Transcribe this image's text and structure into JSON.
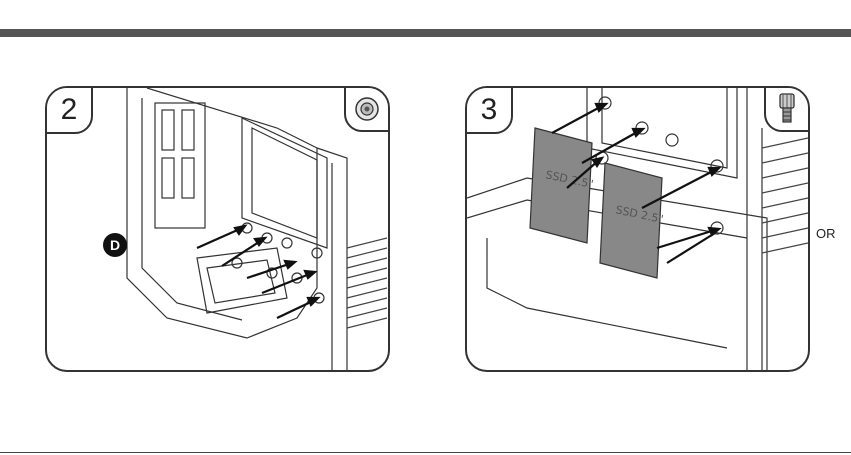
{
  "steps": [
    {
      "number": "2",
      "callout": "D",
      "inset_icon": "rubber-grommet-icon"
    },
    {
      "number": "3",
      "inset_icon": "thumbscrew-icon",
      "ssd_label": "SSD 2.5\""
    }
  ],
  "or_label": "OR"
}
